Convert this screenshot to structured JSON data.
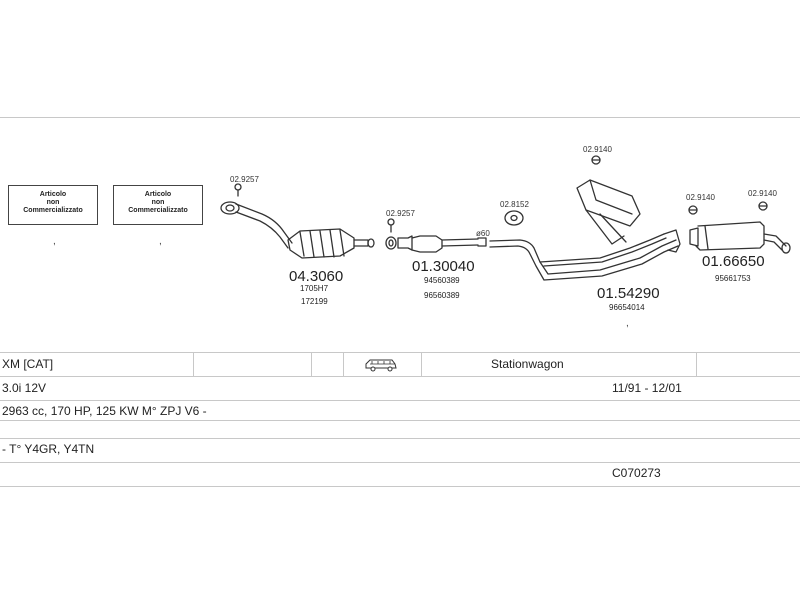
{
  "diagram": {
    "article_boxes": [
      {
        "line1": "Articolo",
        "line2": "non",
        "line3": "Commercializzato"
      },
      {
        "line1": "Articolo",
        "line2": "non",
        "line3": "Commercializzato"
      }
    ],
    "small_parts": {
      "p1": "02.9257",
      "p2": "02.9257",
      "p3": "02.8152",
      "p4": "02.9140",
      "p5": "02.9140",
      "p6": "02.9140",
      "clamp": "ø60"
    },
    "main_parts": {
      "a_num": "04.3060",
      "a_ref1": "1705H7",
      "a_ref2": "172199",
      "b_num": "01.30040",
      "b_ref1": "94560389",
      "b_ref2": "96560389",
      "c_num": "01.54290",
      "c_ref1": "96654014",
      "d_num": "01.66650",
      "d_ref1": "95661753"
    }
  },
  "table": {
    "row1": {
      "model": "XM  [CAT]",
      "body": "Stationwagon",
      "vehicle_icon": "station-wagon-icon"
    },
    "row2": {
      "engine": "3.0i  12V",
      "years": "11/91 - 12/01"
    },
    "row3": {
      "spec": "2963 cc, 170 HP, 125 KW M° ZPJ V6 -"
    },
    "row4": {
      "types": "- T° Y4GR, Y4TN"
    },
    "row5": {
      "code": "C070273"
    }
  }
}
